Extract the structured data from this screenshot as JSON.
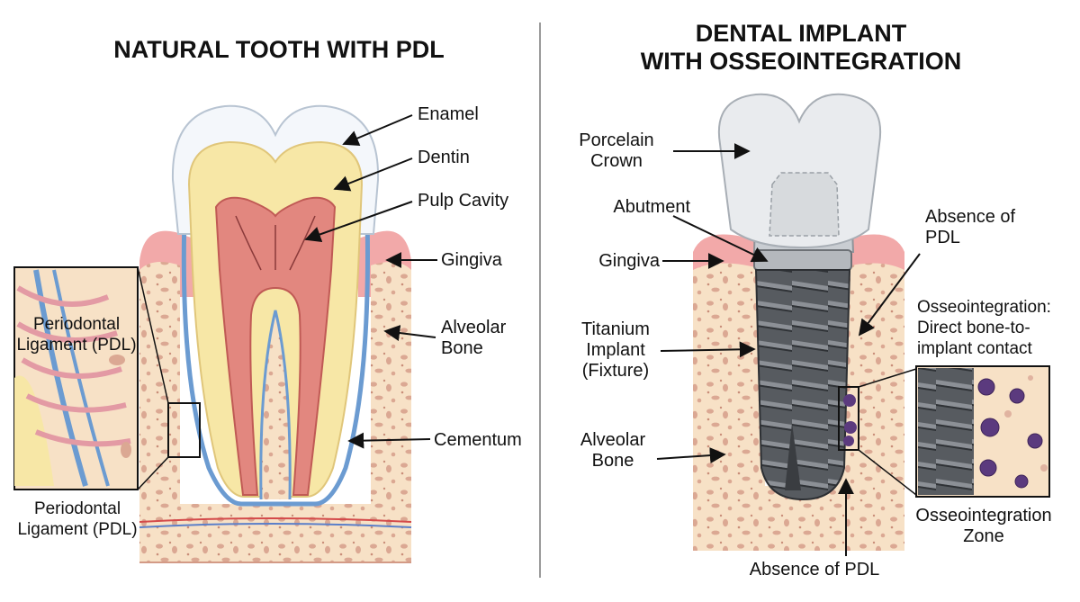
{
  "left_panel": {
    "title": "NATURAL TOOTH WITH PDL",
    "labels": {
      "enamel": "Enamel",
      "dentin": "Dentin",
      "pulp_cavity": "Pulp Cavity",
      "gingiva": "Gingiva",
      "alveolar_bone": "Alveolar\nBone",
      "cementum": "Cementum",
      "pdl_top": "Periodontal\nLigament (PDL)",
      "pdl_bottom": "Periodontal\nLigament (PDL)"
    }
  },
  "right_panel": {
    "title": "DENTAL IMPLANT\nWITH OSSEOINTEGRATION",
    "labels": {
      "porcelain_crown": "Porcelain\nCrown",
      "abutment": "Abutment",
      "gingiva": "Gingiva",
      "titanium_implant": "Titanium\nImplant\n(Fixture)",
      "alveolar_bone": "Alveolar\nBone",
      "absence_pdl_top": "Absence of\nPDL",
      "osseointegration": "Osseointegration:\nDirect bone-to-\nimplant contact",
      "osseointegration_zone": "Osseointegration\nZone",
      "absence_pdl_bottom": "Absence of PDL"
    }
  },
  "colors": {
    "enamel": "#f4f7fb",
    "dentin": "#f7e7a6",
    "pulp": "#e2877f",
    "gingiva": "#f2a9a9",
    "bone": "#f7e1c6",
    "bone_spots": "#d9a58f",
    "pdl": "#6b9bd1",
    "titanium": "#5a5d62",
    "crown": "#e9ebee",
    "osteocyte": "#5b3a7e"
  }
}
